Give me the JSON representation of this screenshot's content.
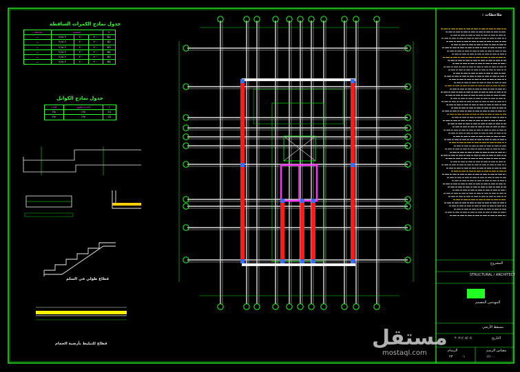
{
  "drawing": {
    "colors": {
      "border": "#22ff22",
      "grid_line": "#dcdcdc",
      "column": "#ff1a1a",
      "shear_wall": "#ff33ff",
      "dimension": "#00e600",
      "background": "#000000"
    },
    "schedules": {
      "slab_table": {
        "title": "جدول نماذج الكمرات الساقطة",
        "group_header": "التسليح",
        "remarks_header": "ملاحظات",
        "rows": [
          [
            "—",
            "٢/١٥٠٢",
            "٢٠٠",
            "٣٠٠",
            "B1"
          ],
          [
            "—",
            "٢/١٥٠٢",
            "٢٠٠",
            "٣٠٠",
            "B2"
          ],
          [
            "—",
            "٢/١٥٠٢",
            "٢٠٠",
            "٣٠٠",
            "B3"
          ],
          [
            "—",
            "٢/١٥٠٢",
            "٢٠٠",
            "٣٠٠",
            "B4"
          ],
          [
            "—",
            "٢/١٥٠٢",
            "٢٠٠",
            "٣٠٠",
            "B5"
          ],
          [
            "—",
            "٢/١٥٠٢",
            "٢٠٠",
            "٣٠٠",
            "B6"
          ]
        ]
      },
      "footing_table": {
        "title": "جدول نماذج الكوابل",
        "group_header": "الحديد العلوي",
        "col_header": "كانات",
        "rows": [
          [
            "٢/٨",
            "١٢٥",
            "C1"
          ],
          [
            "٢/٨",
            "١٢٥",
            "C2"
          ]
        ]
      }
    },
    "detail_labels": {
      "stair": "قطاع طولي في السلم",
      "wall": "قطاع للتبليط بأرضية الحمام"
    },
    "notes_header": "ملاحظات :",
    "title_block": {
      "project_label": "المشروع",
      "drawing_title": "مسقط الأرضي",
      "dates_label": "التاريخ",
      "date_value": "٢٠٢١/٠٨/٠٥",
      "scale_label": "مقياس الرسم",
      "scale_value": "١/١٠٠",
      "sheet_no": "٢٣",
      "sheet_of": "٠١",
      "engineer": "المهندس المصمم",
      "drawn_by": "الرسام",
      "company_line": "STRUCTURAL / ARCHITECT"
    },
    "watermark": {
      "arabic": "مستقل",
      "latin": "mostaql.com"
    }
  }
}
